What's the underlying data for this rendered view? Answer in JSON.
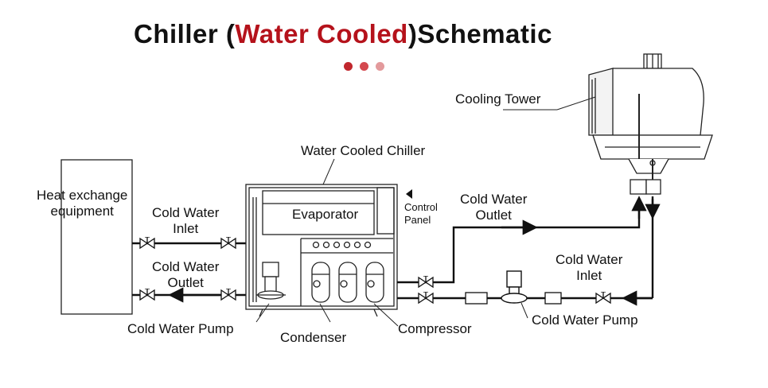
{
  "title": {
    "prefix": "Chiller",
    "open_paren": "(",
    "accent": "Water Cooled",
    "close_paren": ")",
    "suffix": "Schematic"
  },
  "dots": [
    {
      "color": "#c1272d"
    },
    {
      "color": "#d4484e"
    },
    {
      "color": "#e39a9c"
    }
  ],
  "labels": {
    "heat_exchange": [
      "Heat exchange",
      "equipment"
    ],
    "cw_inlet_left": [
      "Cold Water",
      "Inlet"
    ],
    "cw_outlet_left": [
      "Cold Water",
      "Outlet"
    ],
    "cw_pump_left": "Cold Water Pump",
    "chiller": "Water Cooled Chiller",
    "evaporator": "Evaporator",
    "control_panel": [
      "Control",
      "Panel"
    ],
    "condenser": "Condenser",
    "compressor": "Compressor",
    "cw_outlet_right": [
      "Cold Water",
      "Outlet"
    ],
    "cw_inlet_right": [
      "Cold Water",
      "Inlet"
    ],
    "cw_pump_right": "Cold Water Pump",
    "cooling_tower": "Cooling Tower"
  },
  "colors": {
    "accent": "#b5121b",
    "line": "#111111"
  }
}
